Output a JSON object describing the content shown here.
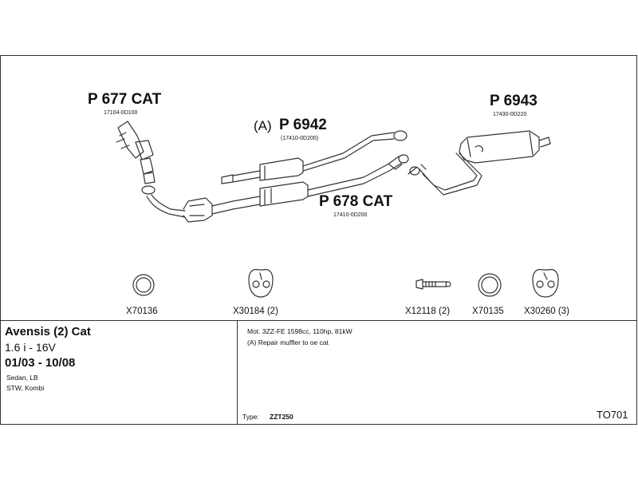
{
  "parts": {
    "front_cat": {
      "code": "P 677 CAT",
      "number": "17104-0D100"
    },
    "repair_muffler": {
      "prefix": "(A)",
      "code": "P 6942",
      "number": "(17410-0D200)"
    },
    "middle_cat": {
      "code": "P 678 CAT",
      "number": "17410-0D200"
    },
    "rear_muffler": {
      "code": "P 6943",
      "number": "17430-0D220"
    }
  },
  "accessories": [
    {
      "code": "X70136",
      "icon": "ring-gasket-icon"
    },
    {
      "code": "X30184 (2)",
      "icon": "rubber-hanger-icon"
    },
    {
      "code": "X12118 (2)",
      "icon": "bolt-icon"
    },
    {
      "code": "X70135",
      "icon": "ring-gasket-icon"
    },
    {
      "code": "X30260 (3)",
      "icon": "rubber-hanger-icon"
    }
  ],
  "vehicle": {
    "model": "Avensis (2) Cat",
    "engine": "1.6 i - 16V",
    "years": "01/03 - 10/08",
    "body1": "Sedan, LB",
    "body2": "STW, Kombi"
  },
  "notes": {
    "line1": "Mot. 3ZZ-FE 1598cc, 110hp, 81kW",
    "line2": "(A) Repair muffler to oe cat",
    "type_label": "Type:",
    "type_value": "ZZT250"
  },
  "diagram_code": "TO701",
  "colors": {
    "line": "#333333",
    "fill": "#ffffff",
    "text": "#111111"
  }
}
